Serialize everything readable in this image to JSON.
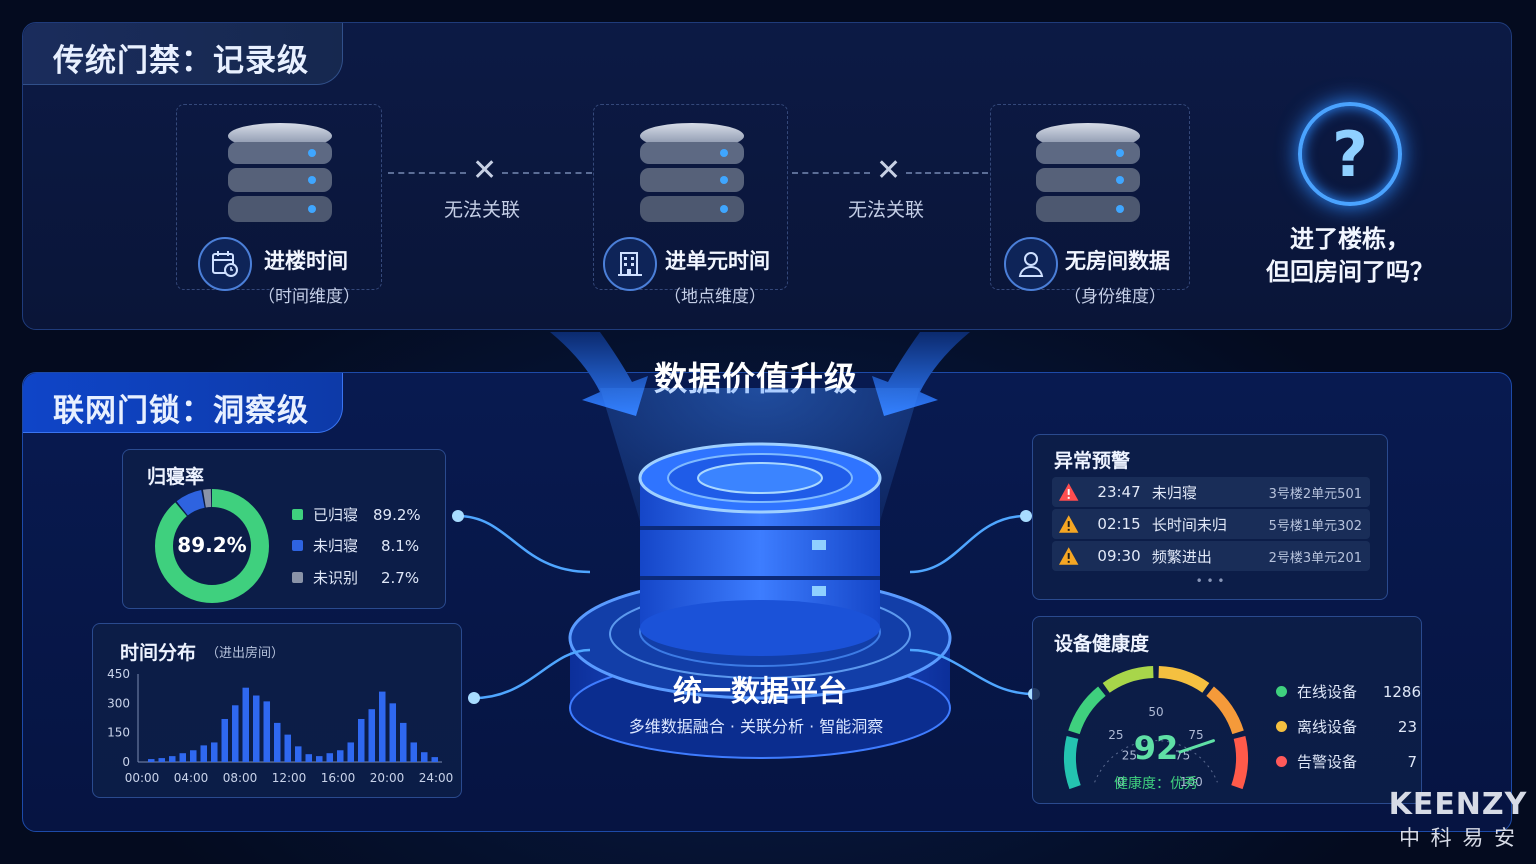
{
  "top_section": {
    "title": "传统门禁：记录级",
    "nodes": [
      {
        "label": "进楼时间",
        "sub": "（时间维度）",
        "icon": "calendar-clock-icon"
      },
      {
        "label": "进单元时间",
        "sub": "（地点维度）",
        "icon": "building-icon"
      },
      {
        "label": "无房间数据",
        "sub": "（身份维度）",
        "icon": "user-icon"
      }
    ],
    "link_label": "无法关联",
    "question_glyph": "?",
    "question_line1": "进了楼栋，",
    "question_line2": "但回房间了吗？"
  },
  "upgrade_label": "数据价值升级",
  "bottom_section": {
    "title": "联网门锁：洞察级",
    "platform_title": "统一数据平台",
    "platform_subtitle": "多维数据融合 · 关联分析 · 智能洞察"
  },
  "sleep_rate": {
    "title": "归寝率",
    "center": "89.2%",
    "items": [
      {
        "name": "已归寝",
        "value": "89.2%",
        "pct": 89.2,
        "color": "#3fd07e"
      },
      {
        "name": "未归寝",
        "value": "8.1%",
        "pct": 8.1,
        "color": "#2e63e0"
      },
      {
        "name": "未识别",
        "value": "2.7%",
        "pct": 2.7,
        "color": "#8a93a8"
      }
    ]
  },
  "time_dist": {
    "title": "时间分布",
    "subtitle": "（进出房间）"
  },
  "chart_data": {
    "type": "bar",
    "title": "时间分布",
    "subtitle": "（进出房间）",
    "ylim": [
      0,
      450
    ],
    "yticks": [
      "0",
      "150",
      "300",
      "450"
    ],
    "xticks": [
      "00:00",
      "04:00",
      "08:00",
      "12:00",
      "16:00",
      "20:00",
      "24:00"
    ],
    "values": [
      15,
      20,
      30,
      45,
      60,
      85,
      100,
      220,
      290,
      380,
      340,
      310,
      200,
      140,
      80,
      40,
      30,
      45,
      60,
      100,
      220,
      270,
      360,
      300,
      200,
      100,
      50,
      25
    ],
    "grid": false,
    "color": "#2f68f0"
  },
  "alerts": {
    "title": "异常预警",
    "rows": [
      {
        "time": "23:47",
        "type": "未归寝",
        "place": "3号楼2单元501",
        "level": "critical",
        "color": "#ff4d4f"
      },
      {
        "time": "02:15",
        "type": "长时间未归",
        "place": "5号楼1单元302",
        "level": "warning",
        "color": "#f5a623"
      },
      {
        "time": "09:30",
        "type": "频繁进出",
        "place": "2号楼3单元201",
        "level": "warning",
        "color": "#f5a623"
      }
    ],
    "more": "• • •"
  },
  "device_health": {
    "title": "设备健康度",
    "score": "92",
    "score_value": 92,
    "status": "健康度：优秀",
    "ticks": [
      "0",
      "25",
      "50",
      "75",
      "100"
    ],
    "extra_ticks": [
      "25",
      "75"
    ],
    "legend": [
      {
        "name": "在线设备",
        "value": "1286",
        "color": "#3fd07e"
      },
      {
        "name": "离线设备",
        "value": "23",
        "color": "#f5c040"
      },
      {
        "name": "告警设备",
        "value": "7",
        "color": "#ff5a5a"
      }
    ]
  },
  "brand": {
    "en": "KEENZY",
    "cn": "中 科 易 安"
  }
}
